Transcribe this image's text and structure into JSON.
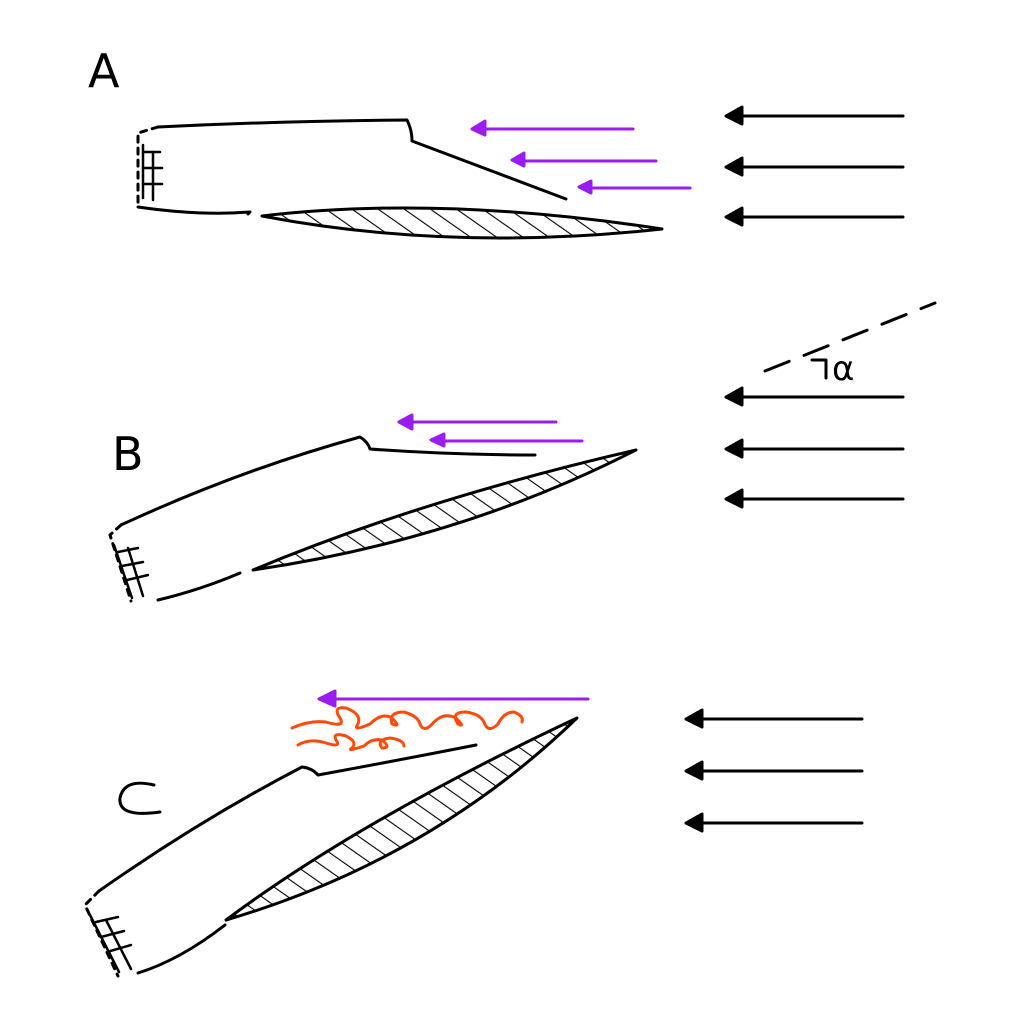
{
  "panels": [
    {
      "id": "A",
      "label": "A"
    },
    {
      "id": "B",
      "label": "B",
      "angle_label": "α"
    },
    {
      "id": "C",
      "label": "C"
    }
  ],
  "colors": {
    "ink": "#000000",
    "inlet_flow": "#9a1cf0",
    "turbulence": "#ff4a0a",
    "background": "#ffffff"
  },
  "icons": {
    "freestream_arrow": "left-arrow-icon",
    "inlet_flow_arrow": "left-arrow-icon",
    "turbulence": "swirl-icon",
    "hatch": "hatched-fill"
  }
}
